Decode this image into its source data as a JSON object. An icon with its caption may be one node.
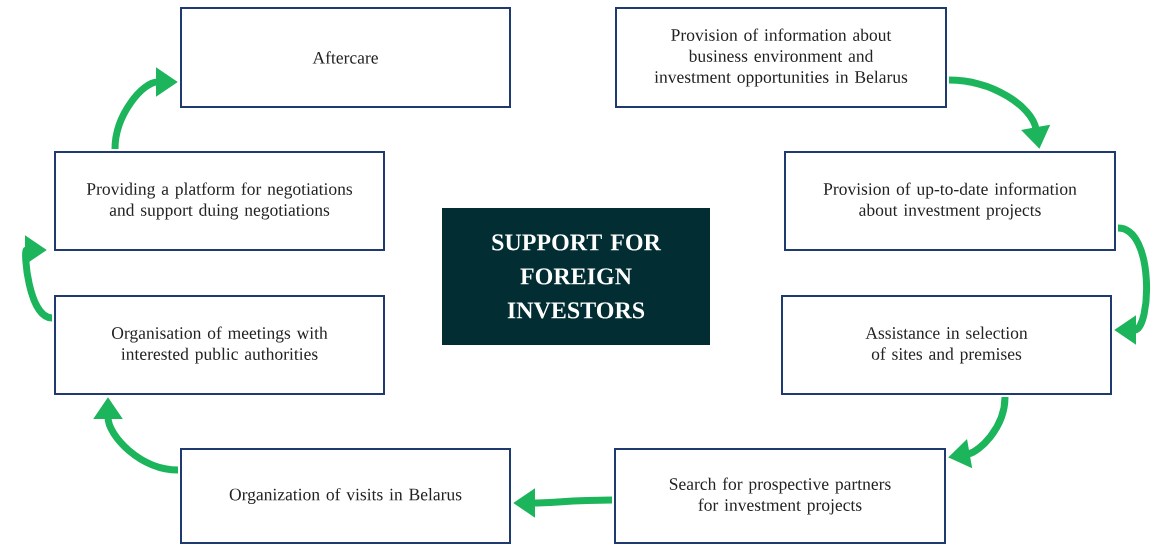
{
  "diagram": {
    "nodes": [
      {
        "text": [
          "SUPPORT FOR FOREIGN INVESTORS"
        ]
      },
      {
        "text": [
          "Provision of information about business environment and investment opportunities in Belarus"
        ]
      },
      {
        "text": [
          "Provision of up-to-date information about investment projects"
        ]
      },
      {
        "text": [
          "Assistance in selection of sites and premises"
        ]
      },
      {
        "text": [
          "Search for prospective partners for investment projects"
        ]
      },
      {
        "text": [
          "Organization of visits in Belarus"
        ]
      },
      {
        "text": [
          "Organisation of meetings with interested public authorities"
        ]
      },
      {
        "text": [
          "Providing a platform for negotiations and support duing negotiations"
        ]
      },
      {
        "text": [
          "Aftercare"
        ]
      }
    ],
    "edges": [
      {
        "from": 1,
        "to": 2,
        "arrow": "to"
      },
      {
        "from": 2,
        "to": 3,
        "arrow": "to"
      },
      {
        "from": 3,
        "to": 4,
        "arrow": "to"
      },
      {
        "from": 4,
        "to": 5,
        "arrow": "to"
      },
      {
        "from": 5,
        "to": 6,
        "arrow": "to"
      },
      {
        "from": 6,
        "to": 7,
        "arrow": "to"
      },
      {
        "from": 7,
        "to": 8,
        "arrow": "to"
      }
    ]
  }
}
